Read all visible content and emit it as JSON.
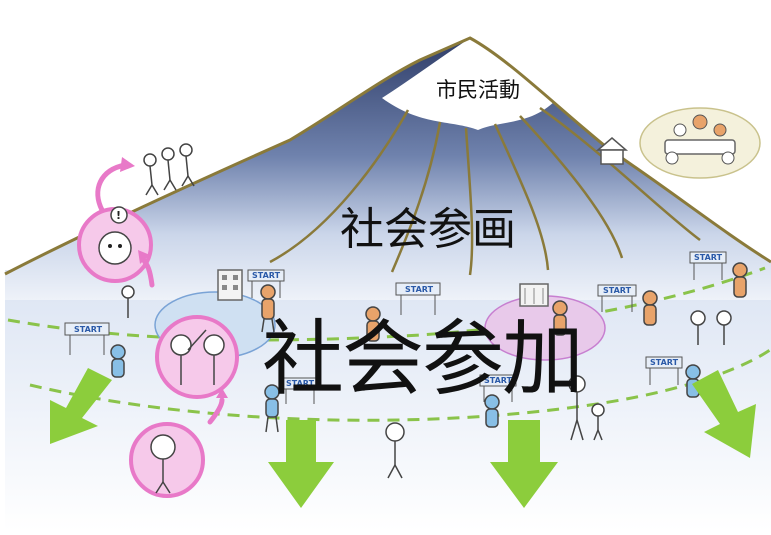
{
  "labels": {
    "peak": "市民活動",
    "middle": "社会参画",
    "base": "社会参加"
  },
  "start_signs": [
    "START",
    "START",
    "START",
    "START",
    "START",
    "START",
    "START",
    "START"
  ],
  "colors": {
    "mountain_top": "#2f3d68",
    "mountain_mid": "#6f82ad",
    "mountain_base": "#dde6f4",
    "snow": "#ffffff",
    "ridge_line": "#8a7a3a",
    "dashed_path": "#8ac34a",
    "arrow_green": "#8ccd3c",
    "pink_circle": "#f2a6d9",
    "pink_border": "#e879c8",
    "figure_orange": "#e8a36a",
    "figure_blue": "#88bfe6"
  },
  "icons": [
    "arrow-down-icon",
    "arrow-curve-up-icon",
    "person-icon",
    "megaphone-icon",
    "building-icon",
    "house-icon",
    "meeting-table-icon",
    "start-sign-icon",
    "exclamation-icon"
  ]
}
